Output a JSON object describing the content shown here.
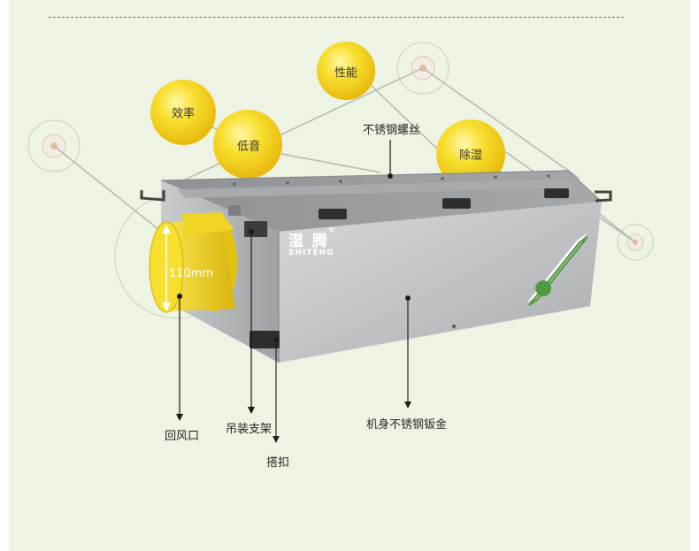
{
  "features": {
    "efficiency": "效率",
    "performance": "性能",
    "low_noise": "低音",
    "dehumidify": "除湿"
  },
  "callouts": {
    "stainless_screw": "不锈钢螺丝",
    "air_return": "回风口",
    "hanging_bracket": "吊装支架",
    "buckle": "搭扣",
    "stainless_body": "机身不锈钢钣金"
  },
  "dimension": "110mm",
  "brand": {
    "cn": "湿 腾",
    "en": "SHITENG",
    "reg": "®"
  },
  "colors": {
    "background": "#eef4e3",
    "ball": "#f5d51e",
    "housing": "#b9bdbf",
    "duct": "#f0d22a"
  }
}
